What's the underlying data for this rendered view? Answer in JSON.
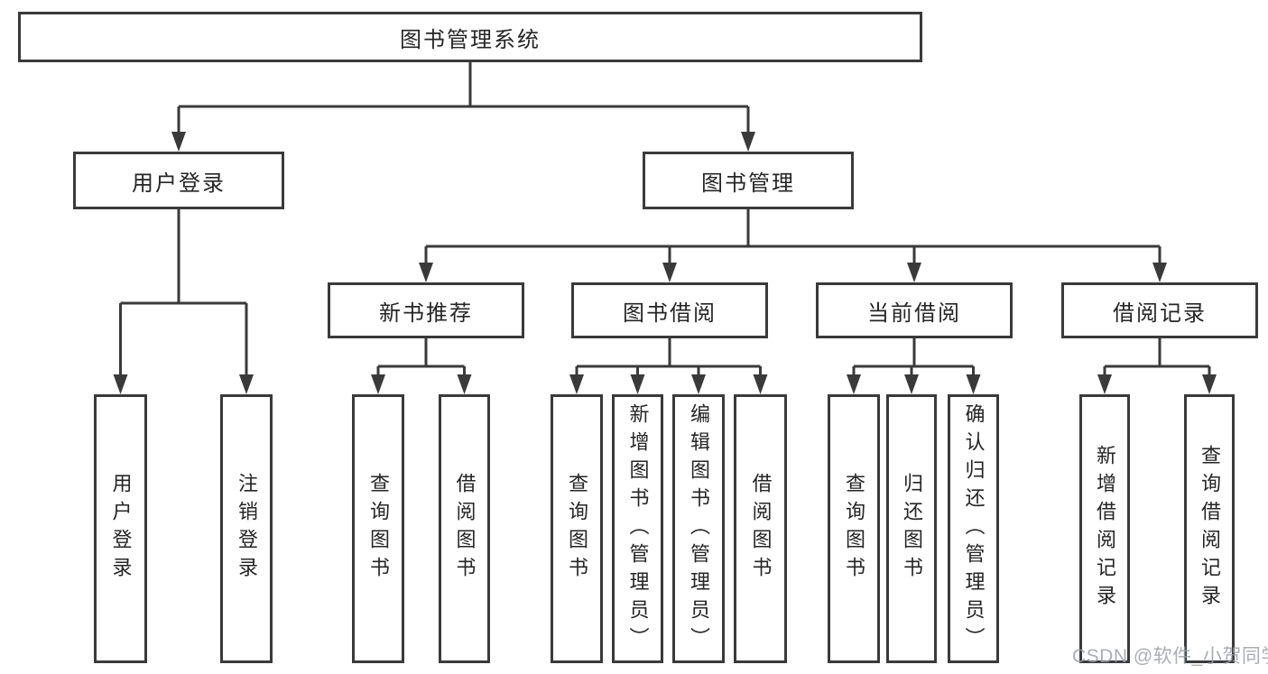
{
  "root": {
    "label": "图书管理系统"
  },
  "branches": [
    {
      "label": "用户登录",
      "children": [
        {
          "label": "用户登录"
        },
        {
          "label": "注销登录"
        }
      ]
    },
    {
      "label": "图书管理",
      "children": [
        {
          "label": "新书推荐",
          "children": [
            {
              "label": "查询图书"
            },
            {
              "label": "借阅图书"
            }
          ]
        },
        {
          "label": "图书借阅",
          "children": [
            {
              "label": "查询图书"
            },
            {
              "label": "新增图书（管理员）"
            },
            {
              "label": "编辑图书（管理员）"
            },
            {
              "label": "借阅图书"
            }
          ]
        },
        {
          "label": "当前借阅",
          "children": [
            {
              "label": "查询图书"
            },
            {
              "label": "归还图书"
            },
            {
              "label": "确认归还（管理员）"
            }
          ]
        },
        {
          "label": "借阅记录",
          "children": [
            {
              "label": "新增借阅记录"
            },
            {
              "label": "查询借阅记录"
            }
          ]
        }
      ]
    }
  ],
  "watermark": "CSDN @软件_小贺同学",
  "colors": {
    "line": "#3a3a3a",
    "text": "#252525",
    "box_background": "#ffffff",
    "page_background": "#ffffff",
    "watermark_text": "#9b9fa6"
  }
}
